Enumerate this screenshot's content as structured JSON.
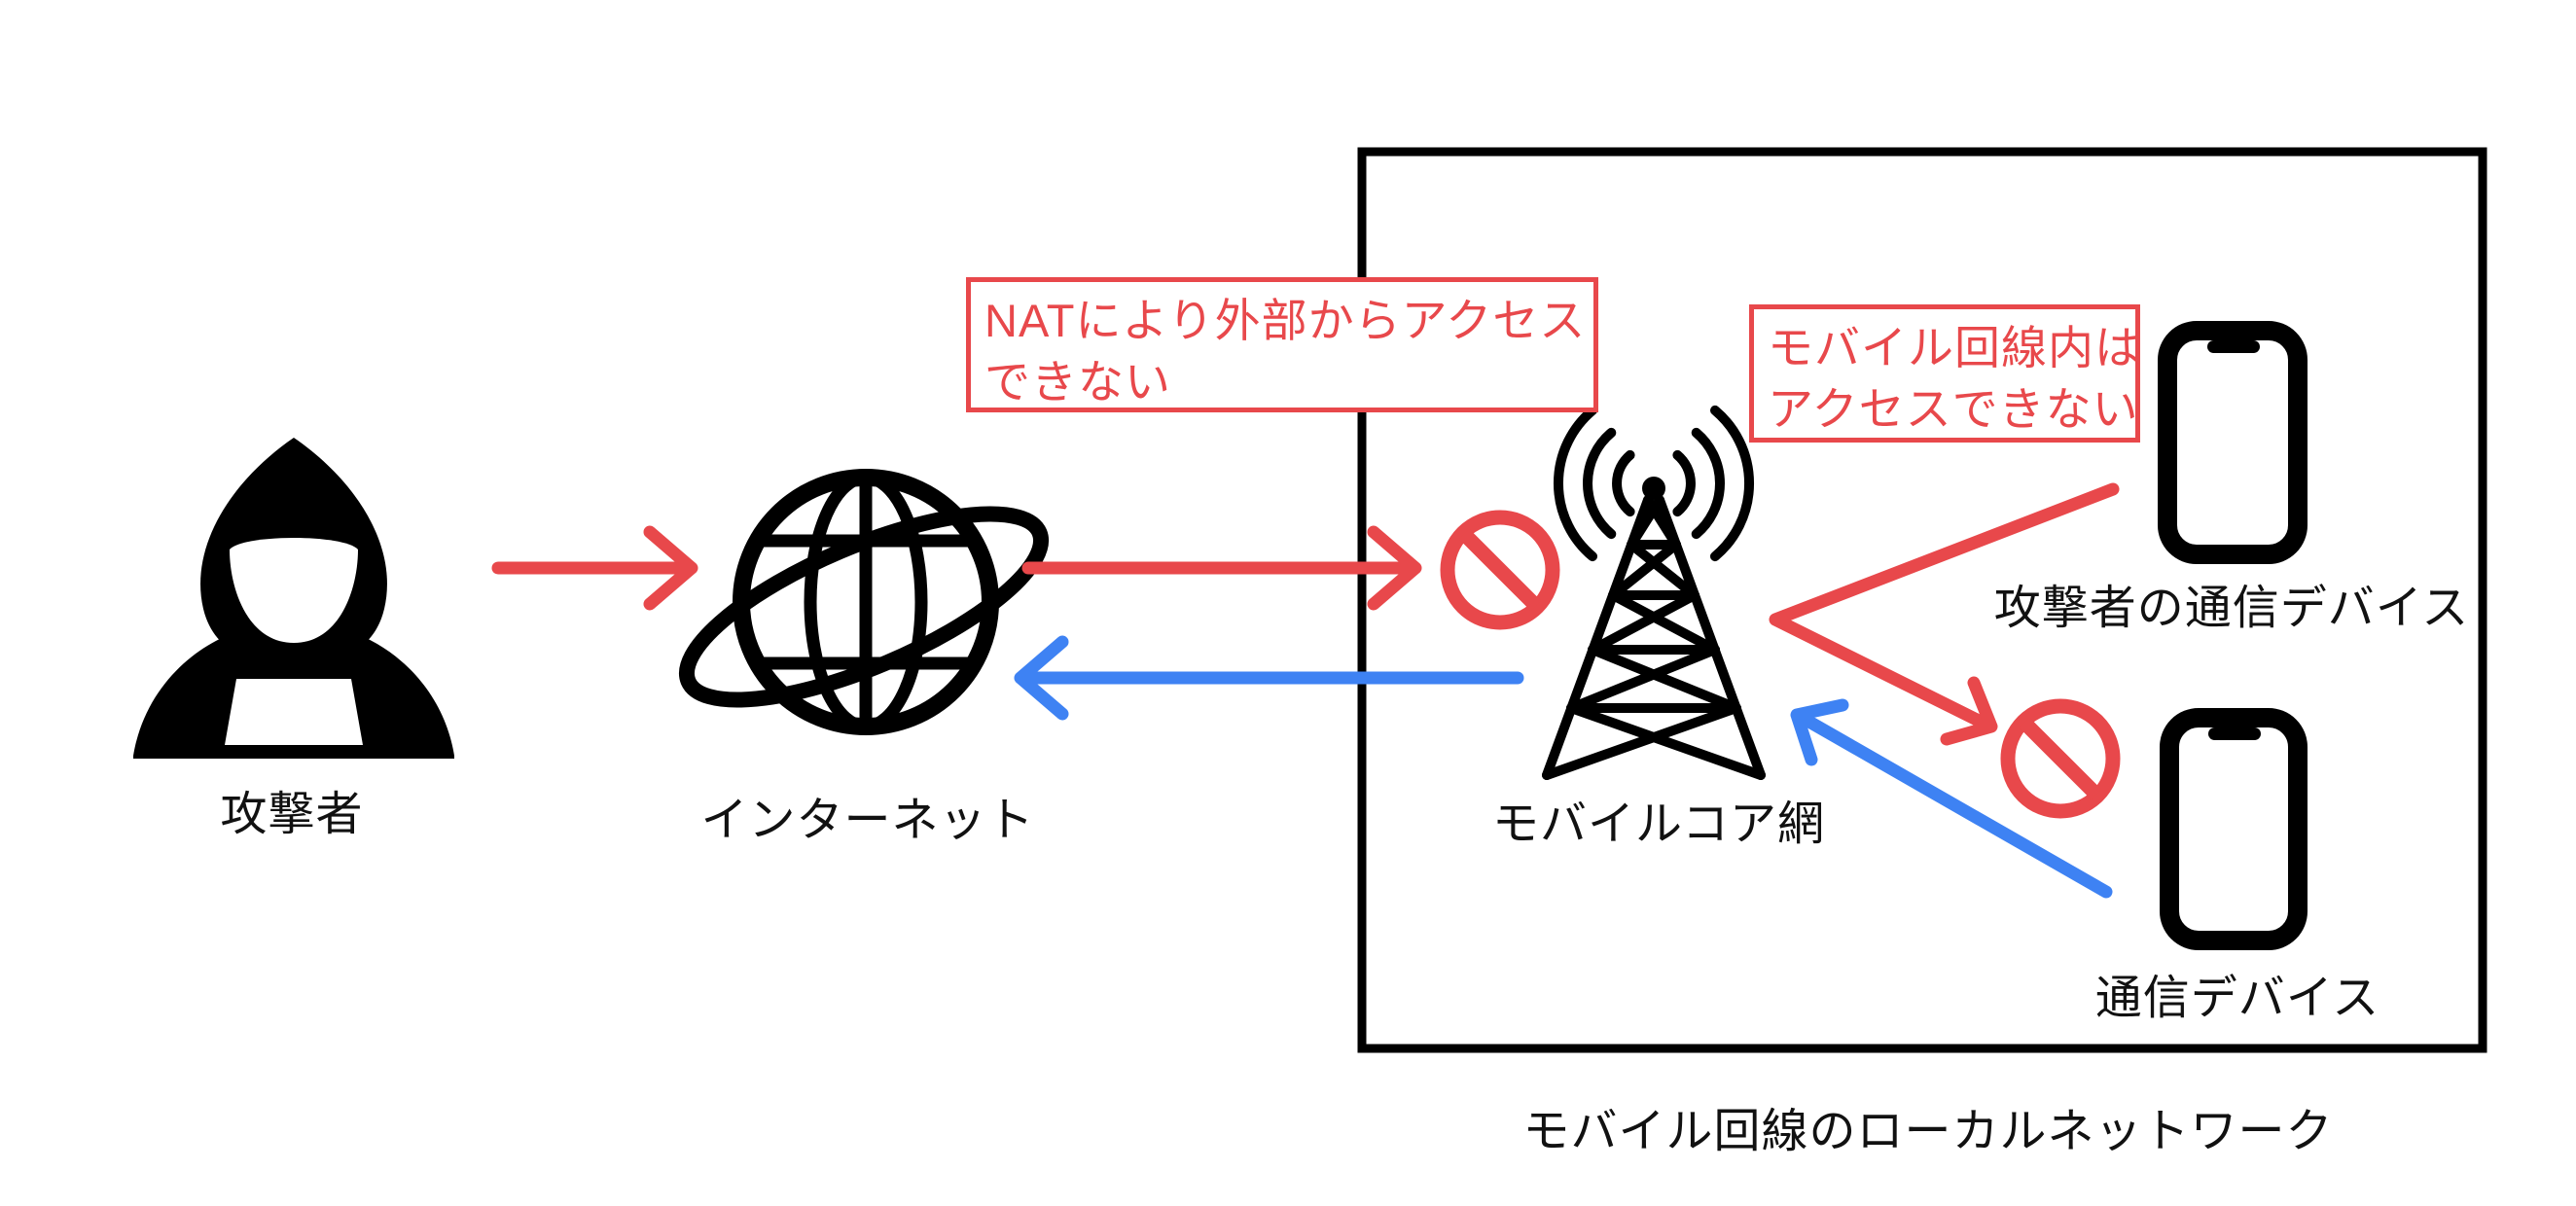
{
  "colors": {
    "arrow_red": "#E8484B",
    "arrow_blue": "#3E82F3",
    "outline_black": "#000000",
    "background": "#FFFFFF"
  },
  "icons": {
    "attacker": "hooded-hacker-icon",
    "internet": "globe-with-orbit-icon",
    "mobile_core": "cell-tower-icon",
    "attacker_device": "smartphone-icon",
    "device": "smartphone-icon",
    "blocked": "no-entry-icon"
  },
  "nodes": {
    "attacker": {
      "label": "攻撃者"
    },
    "internet": {
      "label": "インターネット"
    },
    "mobile_core": {
      "label": "モバイルコア網"
    },
    "attacker_device": {
      "label": "攻撃者の通信デバイス"
    },
    "device": {
      "label": "通信デバイス"
    },
    "local_network": {
      "label": "モバイル回線のローカルネットワーク"
    }
  },
  "annotations": {
    "nat": {
      "line1": "NATにより外部からアクセス",
      "line2": "できない"
    },
    "mobile": {
      "line1": "モバイル回線内は",
      "line2": "アクセスできない"
    }
  }
}
